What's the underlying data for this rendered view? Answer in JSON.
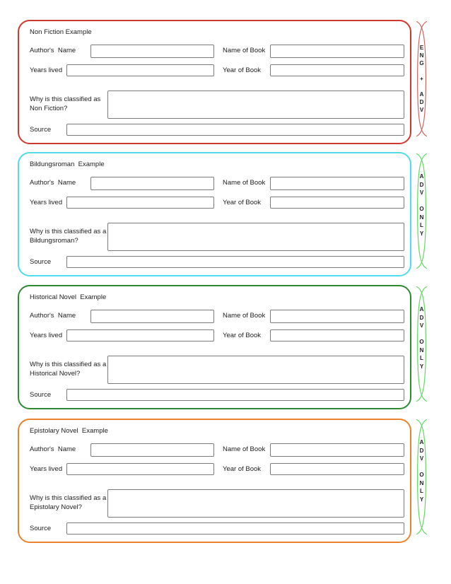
{
  "page": {
    "background": "#ffffff",
    "text_color": "#232023",
    "box_border_color": "#7b7b7b"
  },
  "field_labels": {
    "author": "Author's  Name",
    "name_of_book": "Name of Book",
    "years_lived": "Years lived",
    "year_of_book": "Year of Book",
    "source": "Source"
  },
  "sections": [
    {
      "title": "Non Fiction Example",
      "why_label": "Why is this classified as\nNon Fiction?",
      "border_color": "#cf382e",
      "bracket_color": "#d4645e",
      "bracket_label": "E\nN\nG\n\n+\n\nA\nD\nV",
      "inputs": {
        "author": "",
        "name_of_book": "",
        "years_lived": "",
        "year_of_book": "",
        "why": "",
        "source": ""
      }
    },
    {
      "title": "Bildungsroman  Example",
      "why_label": "Why is this classified as a\nBildungsroman?",
      "border_color": "#4fdcec",
      "bracket_color": "#5fdb5f",
      "bracket_label": "A\nD\nV\n\nO\nN\nL\nY",
      "inputs": {
        "author": "",
        "name_of_book": "",
        "years_lived": "",
        "year_of_book": "",
        "why": "",
        "source": ""
      }
    },
    {
      "title": "Historical Novel  Example",
      "why_label": "Why is this classified as a\nHistorical Novel?",
      "border_color": "#2e8b33",
      "bracket_color": "#5fdb5f",
      "bracket_label": "A\nD\nV\n\nO\nN\nL\nY",
      "inputs": {
        "author": "",
        "name_of_book": "",
        "years_lived": "",
        "year_of_book": "",
        "why": "",
        "source": ""
      }
    },
    {
      "title": "Epistolary Novel  Example",
      "why_label": "Why is this classified as a\nEpistolary Novel?",
      "border_color": "#e9832d",
      "bracket_color": "#5fdb5f",
      "bracket_label": "A\nD\nV\n\nO\nN\nL\nY",
      "inputs": {
        "author": "",
        "name_of_book": "",
        "years_lived": "",
        "year_of_book": "",
        "why": "",
        "source": ""
      }
    }
  ]
}
